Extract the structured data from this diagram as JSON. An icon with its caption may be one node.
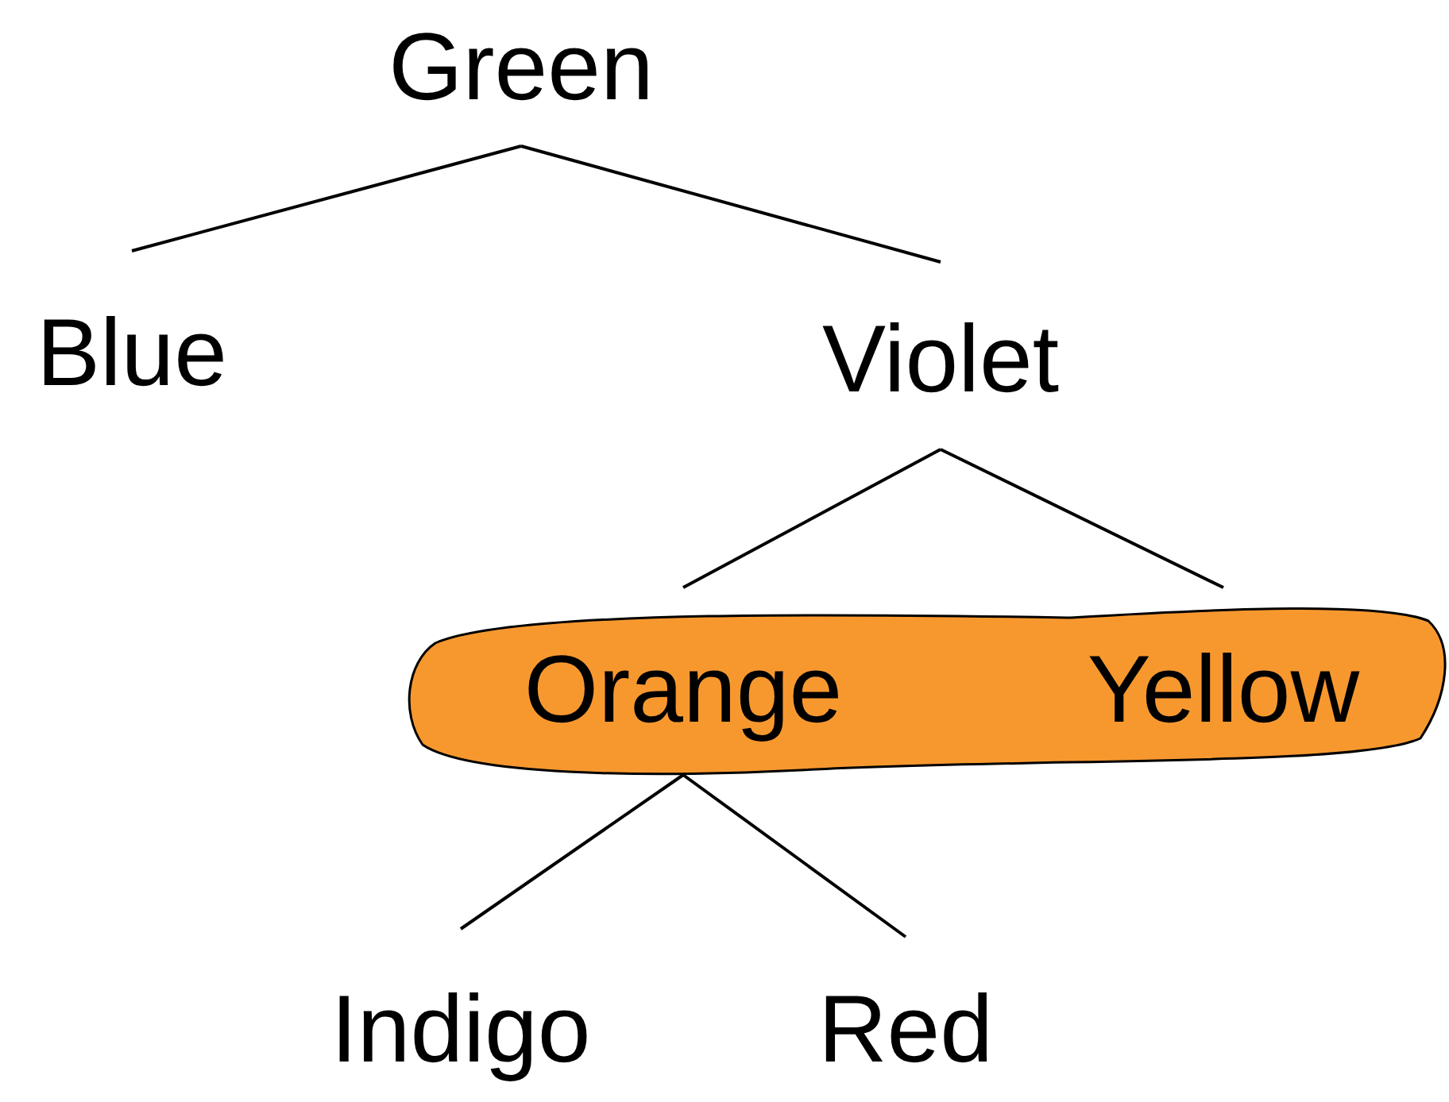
{
  "diagram": {
    "nodes": [
      {
        "text": [
          "Green"
        ]
      },
      {
        "text": [
          "Blue"
        ]
      },
      {
        "text": [
          "Violet"
        ]
      },
      {
        "text": [],
        "shape": "band"
      },
      {
        "text": [
          "Orange"
        ],
        "in": 3
      },
      {
        "text": [
          "Yellow"
        ],
        "in": 3
      },
      {
        "text": [
          "Indigo"
        ]
      },
      {
        "text": [
          "Red"
        ]
      }
    ],
    "edges": [
      {
        "from": 0,
        "to": 1,
        "arrow": "none"
      },
      {
        "from": 0,
        "to": 2,
        "arrow": "none"
      },
      {
        "from": 2,
        "to": 4,
        "arrow": "none"
      },
      {
        "from": 2,
        "to": 5,
        "arrow": "none"
      },
      {
        "from": 4,
        "to": 6,
        "arrow": "none"
      },
      {
        "from": 4,
        "to": 7,
        "arrow": "none"
      }
    ]
  }
}
